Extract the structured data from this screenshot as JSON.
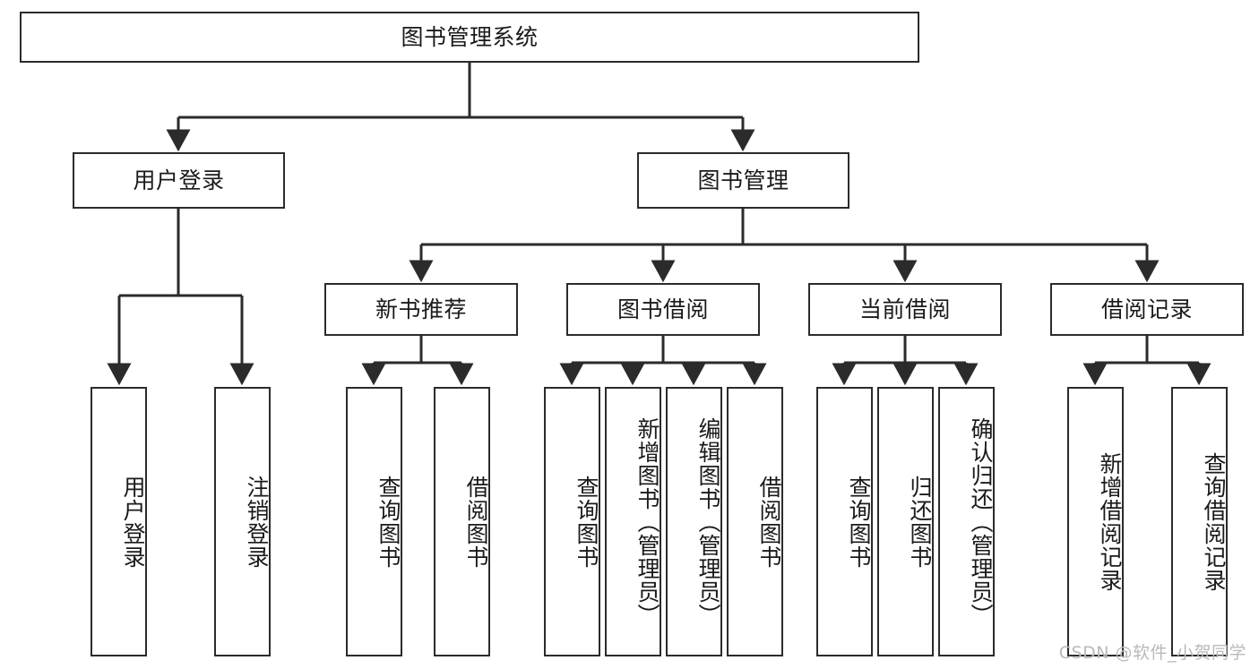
{
  "diagram": {
    "title_node": {
      "label": "图书管理系统"
    },
    "level2": [
      {
        "id": "user-login",
        "label": "用户登录"
      },
      {
        "id": "book-management",
        "label": "图书管理"
      }
    ],
    "level3": [
      {
        "id": "new-book-recommend",
        "label": "新书推荐"
      },
      {
        "id": "book-borrow",
        "label": "图书借阅"
      },
      {
        "id": "current-borrow",
        "label": "当前借阅"
      },
      {
        "id": "borrow-record",
        "label": "借阅记录"
      }
    ],
    "leaves": {
      "user_login": [
        {
          "id": "leaf-user-login",
          "label": "用户登录"
        },
        {
          "id": "leaf-logout-login",
          "label": "注销登录"
        }
      ],
      "new_book_recommend": [
        {
          "id": "leaf-query-book-1",
          "label": "查询图书"
        },
        {
          "id": "leaf-borrow-book-1",
          "label": "借阅图书"
        }
      ],
      "book_borrow": [
        {
          "id": "leaf-query-book-2",
          "label": "查询图书"
        },
        {
          "id": "leaf-add-book",
          "label": "新增图书（管理员）"
        },
        {
          "id": "leaf-edit-book",
          "label": "编辑图书（管理员）"
        },
        {
          "id": "leaf-borrow-book-2",
          "label": "借阅图书"
        }
      ],
      "current_borrow": [
        {
          "id": "leaf-query-book-3",
          "label": "查询图书"
        },
        {
          "id": "leaf-return-book",
          "label": "归还图书"
        },
        {
          "id": "leaf-confirm-return",
          "label": "确认归还（管理员）"
        }
      ],
      "borrow_record": [
        {
          "id": "leaf-add-record",
          "label": "新增借阅记录"
        },
        {
          "id": "leaf-query-record",
          "label": "查询借阅记录"
        }
      ]
    }
  },
  "watermark": {
    "text": "CSDN @软件_小贺同学"
  },
  "colors": {
    "stroke": "#2b2b2b",
    "fill": "#ffffff",
    "text": "#1a1a1a",
    "watermark": "#b9b9b9"
  }
}
